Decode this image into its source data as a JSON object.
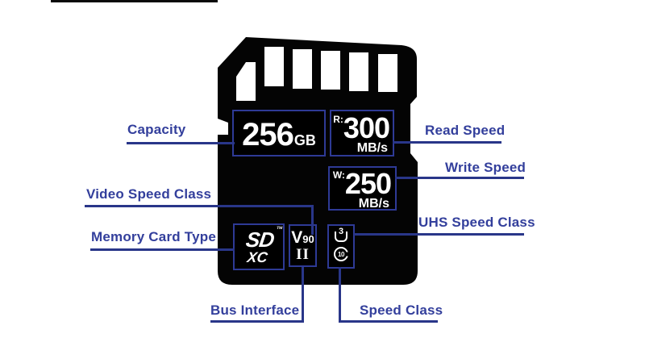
{
  "colors": {
    "background": "#ffffff",
    "accent_label": "#333f9c",
    "accent_line": "#293689",
    "box_border": "#2e3a96",
    "card_fill": "#040404",
    "card_text": "#ffffff"
  },
  "card": {
    "capacity_value": "256",
    "capacity_unit": "GB",
    "read_prefix": "R:",
    "read_value": "300",
    "read_unit": "MB/s",
    "write_prefix": "W:",
    "write_value": "250",
    "write_unit": "MB/s",
    "logo_sd": "SD",
    "logo_xc": "XC",
    "logo_tm": "TM",
    "video_class_letter": "V",
    "video_class_number": "90",
    "bus_interface_numeral": "II",
    "uhs_class_number": "3",
    "speed_class_number": "10"
  },
  "callouts": {
    "capacity": "Capacity",
    "read_speed": "Read Speed",
    "write_speed": "Write Speed",
    "uhs_speed_class": "UHS Speed Class",
    "video_speed_class": "Video Speed Class",
    "memory_card_type": "Memory Card Type",
    "bus_interface": "Bus Interface",
    "speed_class": "Speed Class"
  }
}
